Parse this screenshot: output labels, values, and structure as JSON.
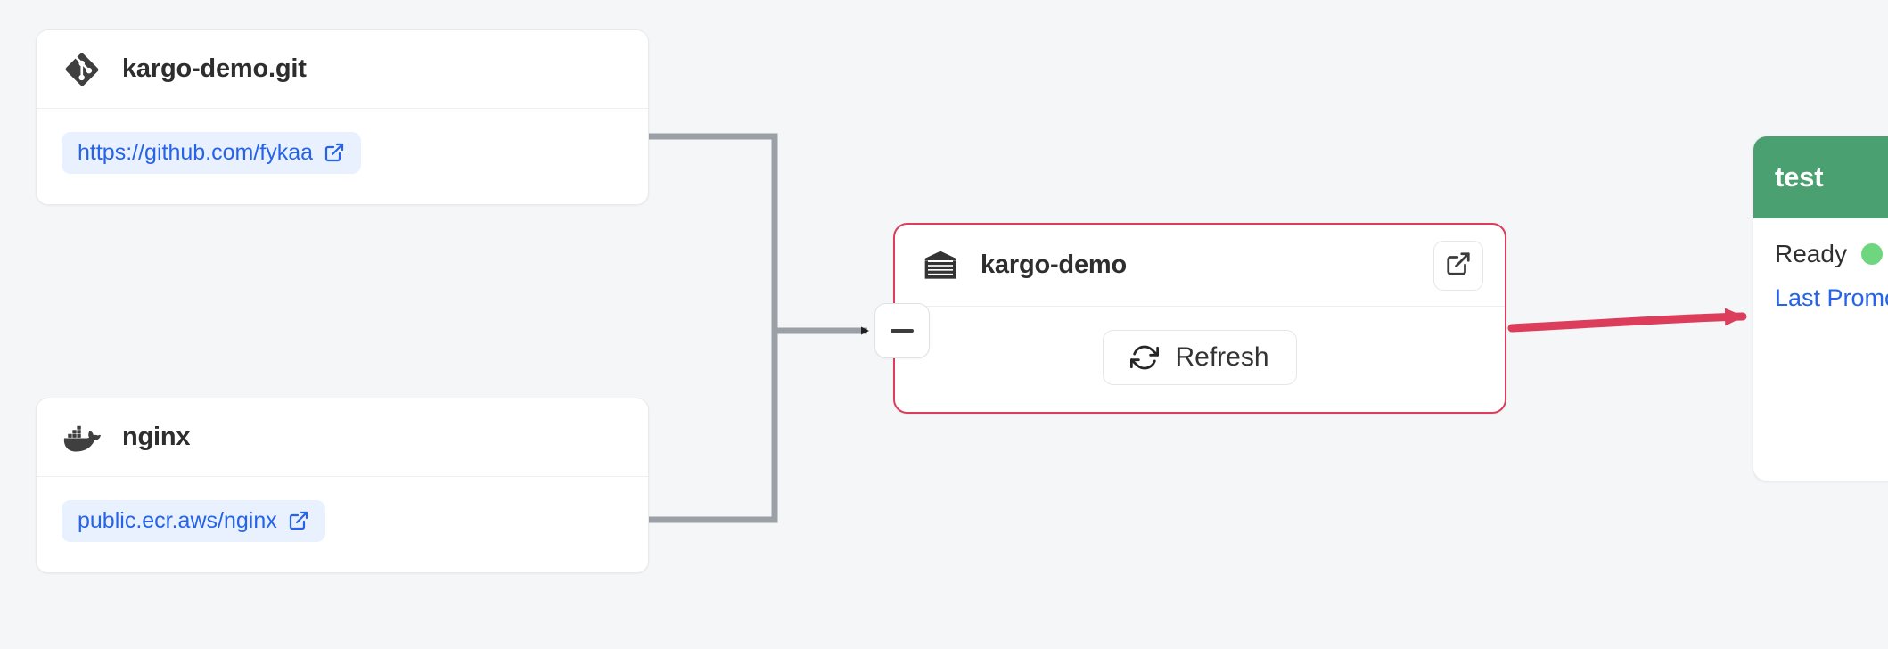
{
  "theme": {
    "background": "#f4f6f8",
    "card_bg": "#ffffff",
    "card_border": "#e8eaed",
    "warehouse_border": "#dc3d5a",
    "edge_gray": "#9aa0a6",
    "edge_red": "#dc3d5a",
    "link_blue": "#2563eb",
    "chip_bg": "#e8f1fd",
    "stage_green": "#4aa070",
    "status_green": "#6ed67e"
  },
  "nodes": {
    "git_repo": {
      "icon": "git-icon",
      "title": "kargo-demo.git",
      "url_label": "https://github.com/fykaa",
      "url_icon": "external-link-icon"
    },
    "image_repo": {
      "icon": "docker-icon",
      "title": "nginx",
      "url_label": "public.ecr.aws/nginx",
      "url_icon": "external-link-icon"
    },
    "warehouse": {
      "icon": "warehouse-icon",
      "title": "kargo-demo",
      "open_icon": "external-link-icon",
      "refresh_label": "Refresh",
      "refresh_icon": "refresh-icon",
      "collapse_icon": "minus-icon"
    },
    "stage_test": {
      "name": "test",
      "status_label": "Ready",
      "status_icon": "status-dot-green",
      "last_promotion_label": "Last Promotion"
    }
  },
  "edges": [
    {
      "from": "git_repo",
      "to": "warehouse",
      "color": "#9aa0a6",
      "style": "orthogonal"
    },
    {
      "from": "image_repo",
      "to": "warehouse",
      "color": "#9aa0a6",
      "style": "orthogonal"
    },
    {
      "from": "warehouse",
      "to": "stage_test",
      "color": "#dc3d5a",
      "style": "curved-arrow"
    }
  ]
}
